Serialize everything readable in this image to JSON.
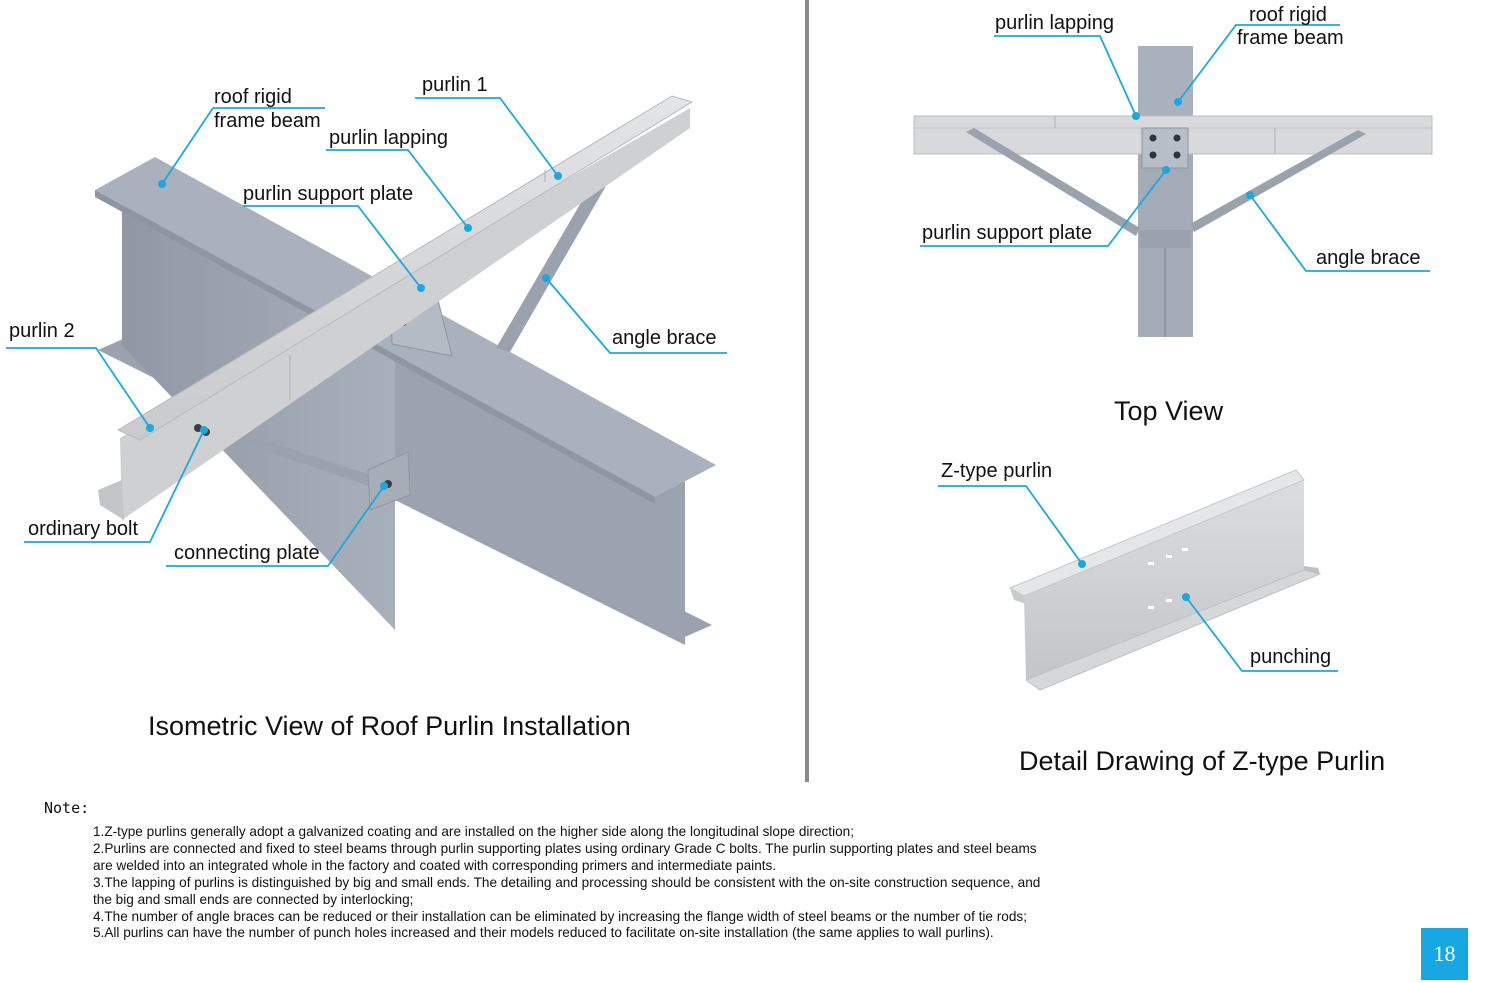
{
  "isometric": {
    "title": "Isometric View of Roof Purlin Installation",
    "labels": {
      "roof_rigid_frame_beam_line1": "roof rigid",
      "roof_rigid_frame_beam_line2": "frame beam",
      "purlin_1": "purlin 1",
      "purlin_lapping": "purlin lapping",
      "purlin_support_plate": "purlin support plate",
      "purlin_2": "purlin 2",
      "angle_brace": "angle brace",
      "ordinary_bolt": "ordinary bolt",
      "connecting_plate": "connecting plate"
    }
  },
  "top_view": {
    "title": "Top View",
    "labels": {
      "purlin_lapping": "purlin lapping",
      "roof_rigid_frame_beam_line1": "roof rigid",
      "roof_rigid_frame_beam_line2": "frame beam",
      "purlin_support_plate": "purlin support plate",
      "angle_brace": "angle brace"
    }
  },
  "z_purlin": {
    "title": "Detail Drawing of Z-type Purlin",
    "labels": {
      "z_type_purlin": "Z-type purlin",
      "punching": "punching"
    }
  },
  "note": {
    "heading": "Note:",
    "items": [
      "1.Z-type purlins generally adopt a galvanized coating and are installed on the higher side along the longitudinal slope direction;",
      "2.Purlins are connected and fixed to steel beams through purlin supporting plates using ordinary Grade C bolts. The purlin supporting plates and steel beams are welded into an integrated whole in the factory and coated with corresponding primers and intermediate paints.",
      "3.The lapping of purlins is distinguished by big and small ends. The detailing and processing should be consistent with the on-site construction sequence, and the big and small ends are connected by interlocking;",
      "4.The number of angle braces can be reduced or their installation can be eliminated by increasing the flange width of steel beams or the number of tie rods;",
      "5.All purlins can have the number of punch holes increased and their models reduced to facilitate on-site installation (the same applies to wall purlins)."
    ]
  },
  "page_number": "18",
  "colors": {
    "leader": "#1aa8e0",
    "steel_beam": "#a9b1bc",
    "purlin": "#d6d7d8",
    "divider": "#8a8a8a",
    "page_badge": "#17a7e2"
  }
}
